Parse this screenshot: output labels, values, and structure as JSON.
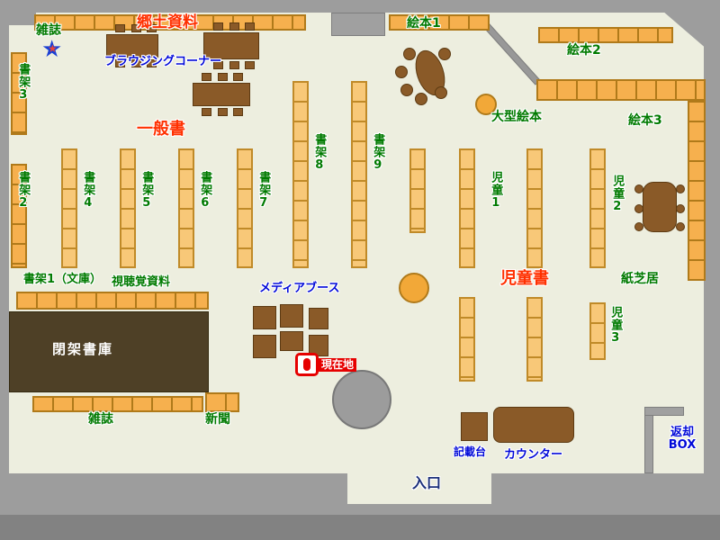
{
  "palette": {
    "floor": "#edeedf",
    "wall": "#9d9d9d",
    "shelf_orange": "#f6b04e",
    "shelf_light": "#f8c878",
    "shelf_border": "#b07a1a",
    "furniture_brown": "#8a5a28",
    "closed_stacks_brown": "#4e4026",
    "label_green": "#007a00",
    "label_red": "#ff3000",
    "label_blue": "#0008d8",
    "entrance_navy": "#1b2f7a",
    "marker_red": "#e60000"
  },
  "map": {
    "sections": {
      "kyodo_shiryo": "郷土資料",
      "ippansho": "一般書",
      "jidosho": "児童書"
    },
    "shelves": {
      "zasshi_top": "雑誌",
      "shoka3": "書架3",
      "shoka2": "書架2",
      "shoka4": "書架4",
      "shoka5": "書架5",
      "shoka6": "書架6",
      "shoka7": "書架7",
      "shoka8": "書架8",
      "shoka9": "書架9",
      "ehon1": "絵本1",
      "ehon2": "絵本2",
      "ehon3": "絵本3",
      "ogata_ehon": "大型絵本",
      "jido1": "児童1",
      "jido2": "児童2",
      "jido3": "児童3",
      "kamishibai": "紙芝居",
      "shoka1_bunko": "書架1（文庫）",
      "shichokaku_shiryo": "視聴覚資料",
      "zasshi_bottom": "雑誌",
      "shinbun": "新聞"
    },
    "facilities": {
      "browsing_corner": "ブラウジングコーナー",
      "media_booth": "メディアブース",
      "heika_shoko": "閉架書庫",
      "kisaidai": "記載台",
      "counter": "カウンター",
      "henkyaku_line1": "返却",
      "henkyaku_line2": "BOX",
      "iriguchi": "入口"
    },
    "marker": {
      "genzaichi": "現在地"
    }
  }
}
